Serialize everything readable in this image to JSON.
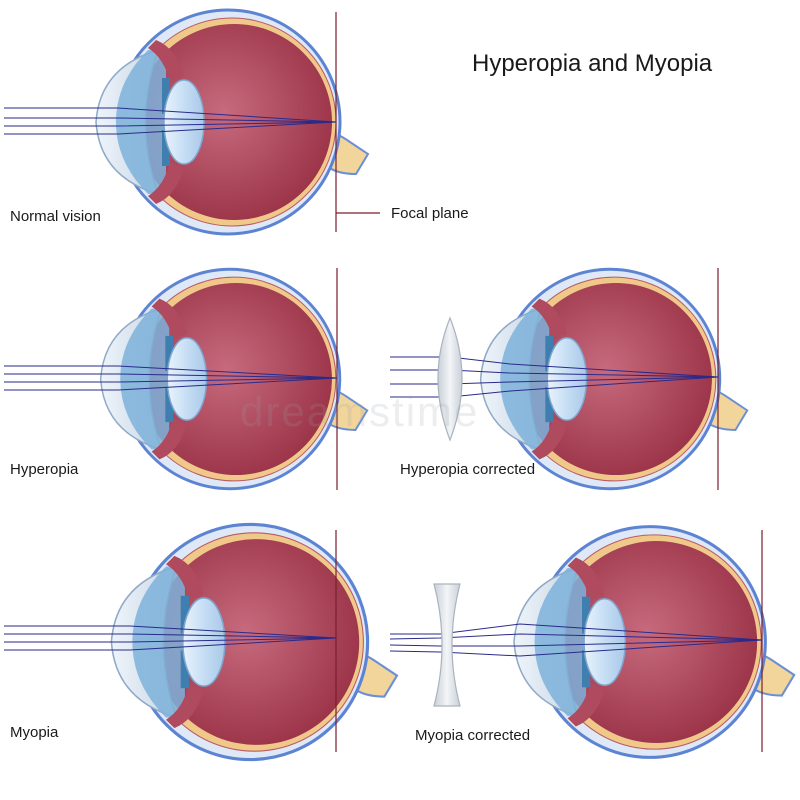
{
  "title": "Hyperopia and Myopia",
  "labels": {
    "normal": "Normal vision",
    "focal_plane": "Focal plane",
    "hyperopia": "Hyperopia",
    "hyperopia_corrected": "Hyperopia corrected",
    "myopia": "Myopia",
    "myopia_corrected": "Myopia corrected"
  },
  "watermark": "dreamstime",
  "colors": {
    "sclera": "#6b8fd6",
    "sclera_inner": "#dfe8f7",
    "retina_rim": "#f0c98a",
    "vitreous_outer": "#9e3a4f",
    "vitreous_inner": "#c26477",
    "lens": "#c4dcf3",
    "iris": "#3f7fb0",
    "optic_nerve": "#f2d59a",
    "light_ray": "#2a2a8a",
    "focal_line": "#7a1f2b",
    "corrective_lens": "#d6dce2"
  }
}
